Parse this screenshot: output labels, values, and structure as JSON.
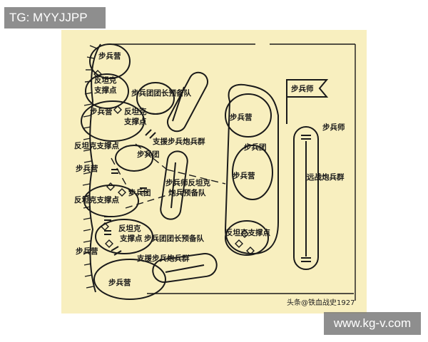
{
  "watermarks": {
    "top_left": "TG: MYYJJPP",
    "bottom_right": "www.kg-v.com"
  },
  "labels": {
    "bubing_ying_1": "步兵营",
    "fantanke_1a": "反坦克",
    "fantanke_1b": "支撑点",
    "tuanzhang_reserve_top": "步兵团团长预备队",
    "bubing_ying_2": "步兵营",
    "fantanke_2a": "反坦克",
    "fantanke_2b": "支撑点",
    "zhiyuan_paobing_top": "支援步兵炮兵群",
    "fantanke_3": "反坦克支撑点",
    "bubing_tuan_left": "步兵团",
    "bubing_ying_3": "步兵营",
    "fantanke_4": "反坦克支撑点",
    "bubing_tuan_mid": "步兵团",
    "shizhang_reserve_a": "步兵师反坦克",
    "shizhang_reserve_b": "炮兵预备队",
    "fantanke_5a": "反坦克",
    "fantanke_5b": "支撑点",
    "tuanzhang_reserve_bottom": "步兵团团长预备队",
    "bubing_ying_4": "步兵营",
    "zhiyuan_paobing_bottom": "支援步兵炮兵群",
    "bubing_ying_5": "步兵营",
    "right_bubing_ying": "步兵营",
    "right_bubing_tuan": "步兵团",
    "right_bubing_ying2": "步兵营",
    "right_fantanke": "反坦克支撑点",
    "flag_label": "步兵师",
    "division_label": "步兵师",
    "yuanzhan_paobing": "远战炮兵群"
  },
  "credit": "头条@铁血战史1927"
}
